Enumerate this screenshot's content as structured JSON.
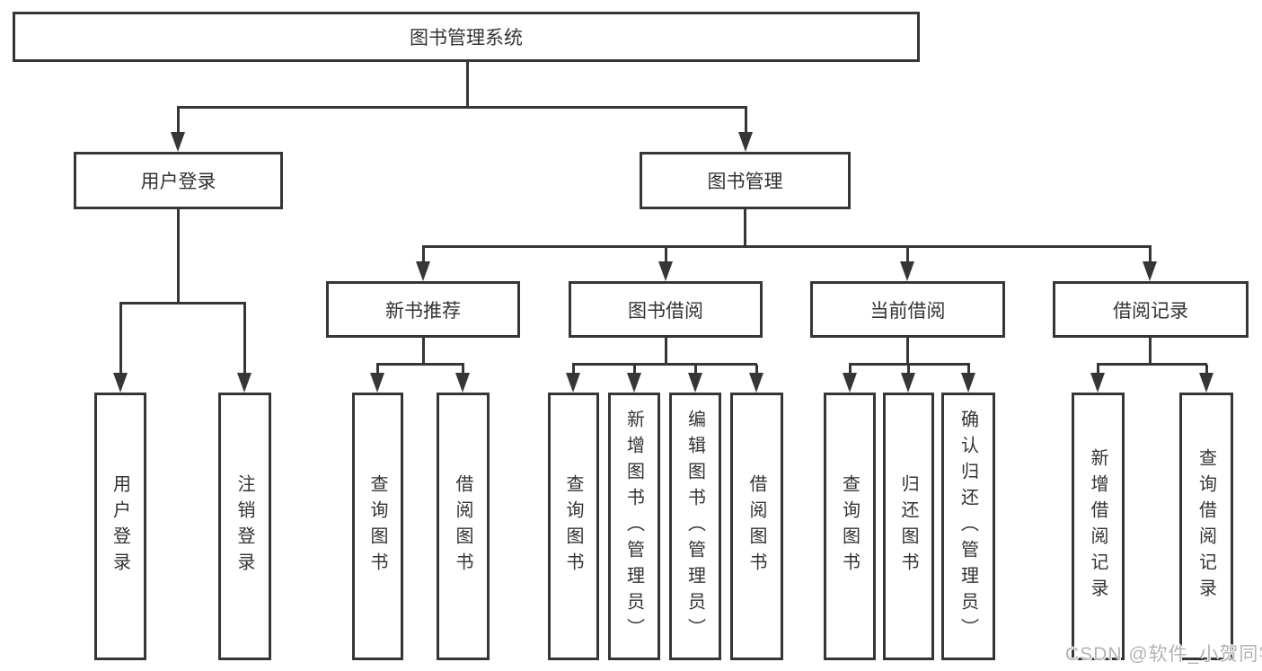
{
  "diagram": {
    "root": "图书管理系统",
    "level2": [
      "用户登录",
      "图书管理"
    ],
    "level3": [
      "新书推荐",
      "图书借阅",
      "当前借阅",
      "借阅记录"
    ],
    "leaves": [
      "用户登录",
      "注销登录",
      "查询图书",
      "借阅图书",
      "查询图书",
      "新增图书（管理员）",
      "编辑图书（管理员）",
      "借阅图书",
      "查询图书",
      "归还图书",
      "确认归还（管理员）",
      "新增借阅记录",
      "查询借阅记录"
    ],
    "colors": {
      "line": "#363636",
      "text": "#333333",
      "watermark": "#b3b3b3"
    }
  },
  "watermark": "CSDN @软件_小贺同学"
}
